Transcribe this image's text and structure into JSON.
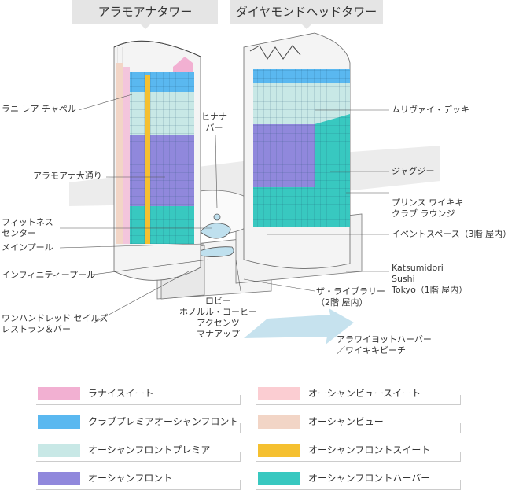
{
  "towers": {
    "alamoana": "アラモアナタワー",
    "diamondhead": "ダイヤモンドヘッドタワー"
  },
  "labels": {
    "rani_chapel": "ラニ レア チャペル",
    "hinana_bar": "ヒナナ\nバー",
    "alamoana_blvd": "アラモアナ大通り",
    "fitness": "フィットネス\nセンター",
    "main_pool": "メインプール",
    "infinity_pool": "インフィニティープール",
    "hundred_sails": "ワンハンドレッド セイルズ\nレストラン＆バー",
    "lobby": "ロビー\nホノルル・コーヒー\nアクセンツ\nマナアップ",
    "deck": "ムリヴァイ・デッキ",
    "jacuzzi": "ジャグジー",
    "club_lounge": "プリンス ワイキキ\nクラブ ラウンジ",
    "event_space": "イベントスペース（3階 屋内）",
    "katsumidori": "Katsumidori\nSushi\nTokyo（1階 屋内）",
    "library": "ザ・ライブラリー\n（2階 屋内）",
    "harbor": "アラワイヨットハーバー\n／ワイキキビーチ"
  },
  "legend": [
    {
      "label": "ラナイスイート",
      "color": "#f2b0d2"
    },
    {
      "label": "オーシャンビュースイート",
      "color": "#fbcdd2"
    },
    {
      "label": "クラブプレミアオーシャンフロント",
      "color": "#5ab8f0"
    },
    {
      "label": "オーシャンビュー",
      "color": "#f2d5c6"
    },
    {
      "label": "オーシャンフロントプレミア",
      "color": "#c8e8e6"
    },
    {
      "label": "オーシャンフロントスイート",
      "color": "#f5c030"
    },
    {
      "label": "オーシャンフロント",
      "color": "#9088dc"
    },
    {
      "label": "オーシャンフロントハーバー",
      "color": "#38c8c0"
    }
  ]
}
